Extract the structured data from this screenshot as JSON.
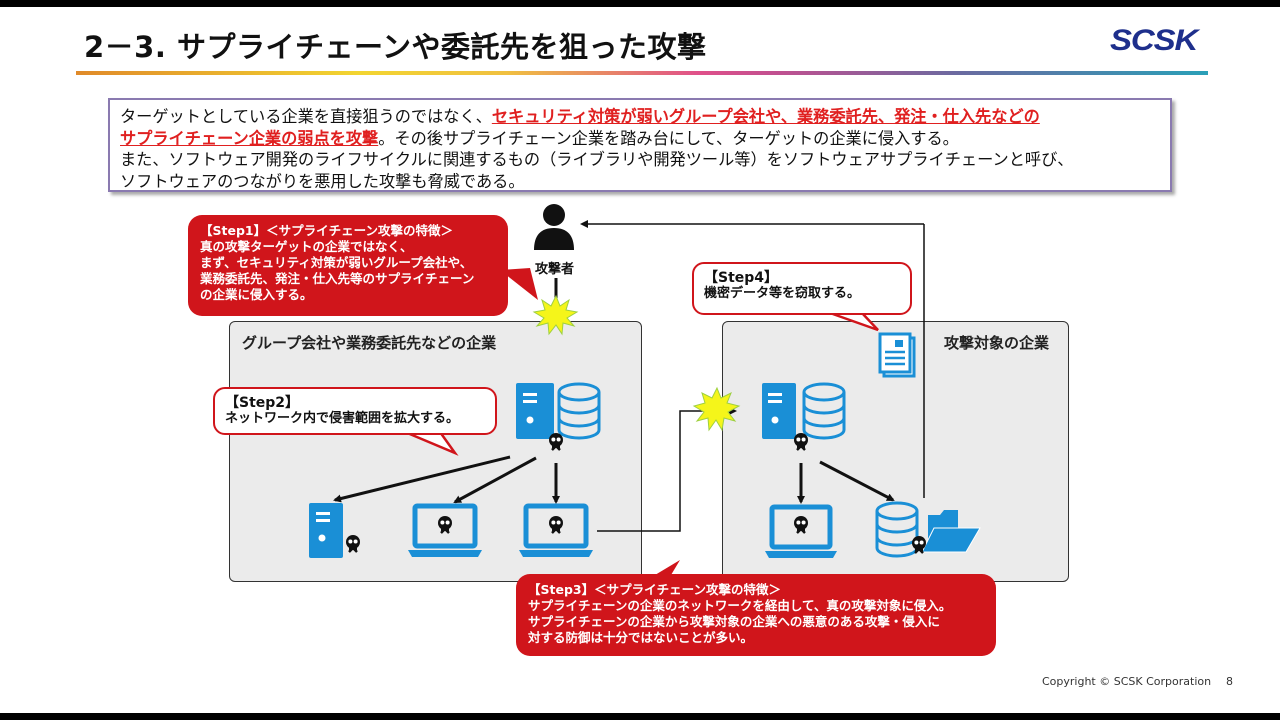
{
  "slide": {
    "title": "2－3. サプライチェーンや委託先を狙った攻撃",
    "logo": "SCSK",
    "intro": {
      "line1_plain": "ターゲットとしている企業を直接狙うのではなく、",
      "line1_highlight": "セキュリティ対策が弱いグループ会社や、業務委託先、発注・仕入先などの",
      "line2_highlight": "サプライチェーン企業の弱点を攻撃",
      "line2_plain": "。その後サプライチェーン企業を踏み台にして、ターゲットの企業に侵入する。",
      "line3": "また、ソフトウェア開発のライフサイクルに関連するもの（ライブラリや開発ツール等）をソフトウェアサプライチェーンと呼び、",
      "line4": "ソフトウェアのつながりを悪用した攻撃も脅威である。"
    },
    "attacker_label": "攻撃者",
    "panels": {
      "supply_chain": "グループ会社や業務委託先などの企業",
      "target": "攻撃対象の企業"
    },
    "callouts": {
      "step1": {
        "lines": [
          "【Step1】＜サプライチェーン攻撃の特徴＞",
          "真の攻撃ターゲットの企業ではなく、",
          "まず、セキュリティ対策が弱いグループ会社や、",
          "業務委託先、発注・仕入先等のサプライチェーン",
          "の企業に侵入する。"
        ]
      },
      "step2": {
        "lines": [
          "【Step2】",
          "ネットワーク内で侵害範囲を拡大する。"
        ]
      },
      "step3": {
        "lines": [
          "【Step3】＜サプライチェーン攻撃の特徴＞",
          "サプライチェーンの企業のネットワークを経由して、真の攻撃対象に侵入。",
          "サプライチェーンの企業から攻撃対象の企業への悪意のある攻撃・侵入に",
          "対する防御は十分ではないことが多い。"
        ]
      },
      "step4": {
        "lines": [
          "【Step4】",
          "機密データ等を窃取する。"
        ]
      }
    },
    "footer": {
      "copyright": "Copyright © SCSK Corporation",
      "page": "8"
    },
    "colors": {
      "accent_red": "#d0151b",
      "icon_blue": "#1a8fd6",
      "burst_yellow": "#f5f51a",
      "logo_navy": "#1e2f8c"
    }
  }
}
